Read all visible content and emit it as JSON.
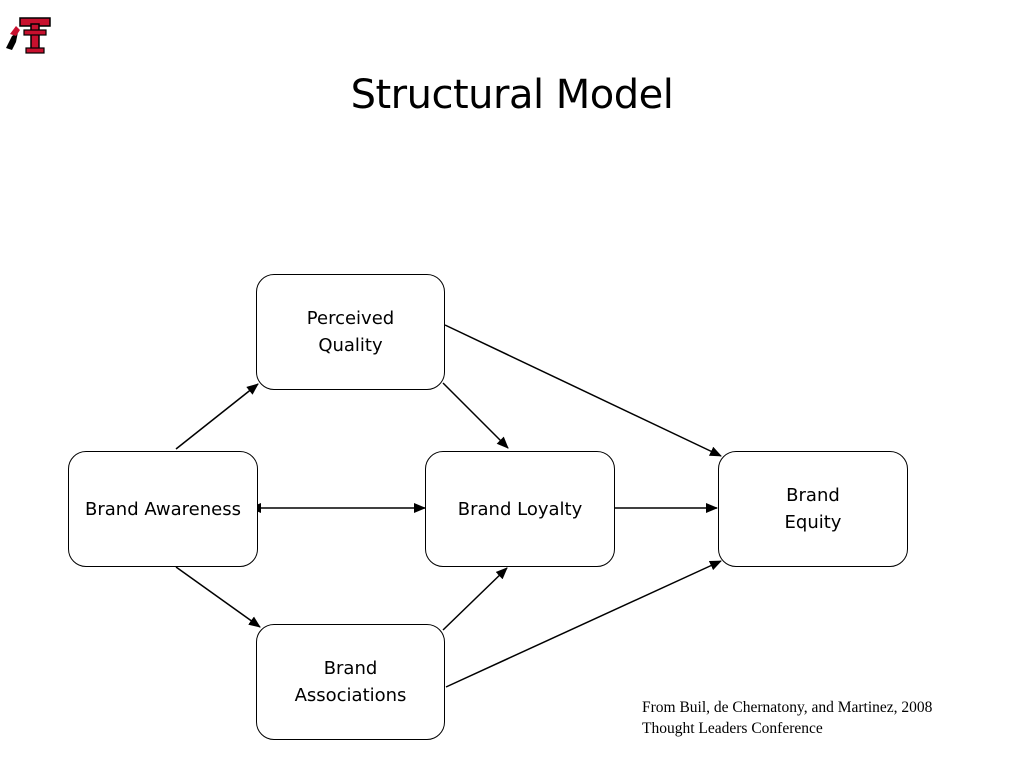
{
  "slide": {
    "title": "Structural Model",
    "logo_icon": "texas-tech-double-t-logo-icon"
  },
  "diagram": {
    "nodes": {
      "perceived_quality": "Perceived\nQuality",
      "brand_awareness": "Brand Awareness",
      "brand_loyalty": "Brand Loyalty",
      "brand_equity": "Brand\nEquity",
      "brand_associations": "Brand\nAssociations"
    },
    "edges": [
      {
        "from": "brand_awareness",
        "to": "perceived_quality"
      },
      {
        "from": "brand_awareness",
        "to": "brand_loyalty"
      },
      {
        "from": "brand_awareness",
        "to": "brand_associations"
      },
      {
        "from": "perceived_quality",
        "to": "brand_loyalty"
      },
      {
        "from": "perceived_quality",
        "to": "brand_equity"
      },
      {
        "from": "brand_associations",
        "to": "brand_loyalty"
      },
      {
        "from": "brand_associations",
        "to": "brand_equity"
      },
      {
        "from": "brand_loyalty",
        "to": "brand_equity"
      }
    ],
    "colors": {
      "line": "#000000",
      "logo_red": "#c8102e",
      "logo_black": "#000000"
    }
  },
  "citation": {
    "line1": "From Buil, de Chernatony, and Martinez, 2008",
    "line2": "Thought Leaders Conference"
  }
}
